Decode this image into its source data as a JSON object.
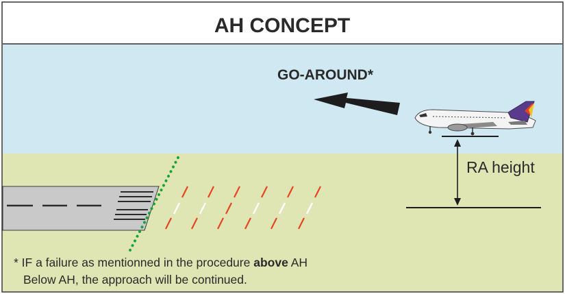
{
  "title": "AH CONCEPT",
  "goaround_label": "GO-AROUND*",
  "ra_label": "RA height",
  "footnote": {
    "line1_pre": "* IF a failure as mentionned in the procedure ",
    "line1_bold": "above",
    "line1_post": " AH",
    "line2": "Below AH, the approach will be continued."
  },
  "colors": {
    "sky": "#cfe8f2",
    "ground": "#dfe6b4",
    "runway": "#c9c9c9",
    "marker_dots": "#18a33a",
    "red_marks": "#e8421e",
    "white_marks": "#ffffff",
    "text": "#2a2a2a"
  },
  "icons": {
    "aircraft": "airliner-icon",
    "arrow": "go-around-arrow-icon"
  }
}
